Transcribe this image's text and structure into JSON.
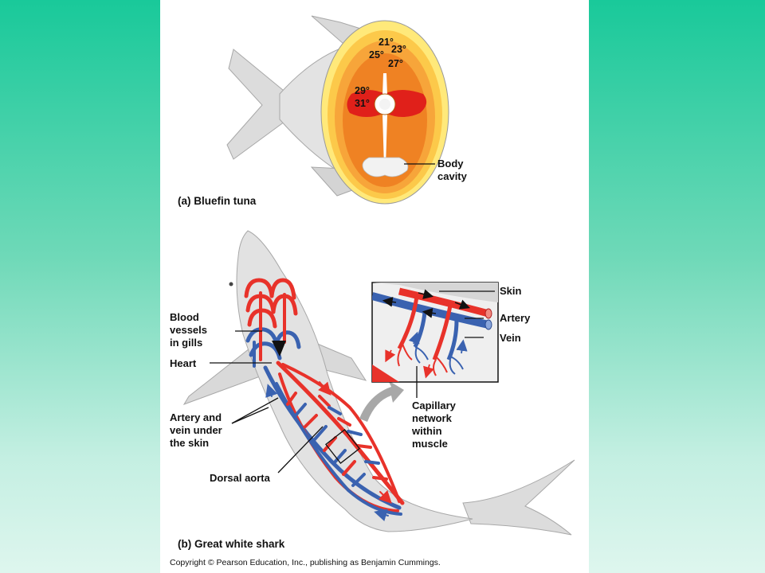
{
  "colors": {
    "background_top": "#19c99a",
    "background_bottom": "#def6ee",
    "artery": "#e8322a",
    "vein": "#3a62b0",
    "warmest_muscle": "#e0201a",
    "coolest_layer": "#ffe97a"
  },
  "tuna": {
    "caption": "(a) Bluefin tuna",
    "temperatures": [
      "21°",
      "25°",
      "23°",
      "27°",
      "29°",
      "31°"
    ],
    "body_cavity_label": [
      "Body",
      "cavity"
    ]
  },
  "shark": {
    "caption": "(b) Great white shark",
    "labels": {
      "gills": [
        "Blood",
        "vessels",
        "in gills"
      ],
      "heart": "Heart",
      "artery_vein": [
        "Artery and",
        "vein under",
        "the skin"
      ],
      "dorsal_aorta": "Dorsal aorta",
      "skin": "Skin",
      "artery": "Artery",
      "vein": "Vein",
      "capillary": [
        "Capillary",
        "network",
        "within",
        "muscle"
      ]
    }
  },
  "copyright": "Copyright © Pearson Education, Inc., publishing as Benjamin Cummings."
}
